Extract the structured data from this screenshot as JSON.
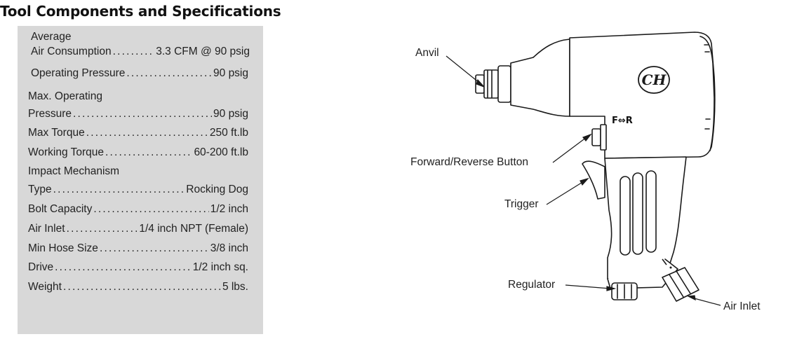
{
  "title": "Tool Components and Specifications",
  "specs": {
    "line1": "Average",
    "line2_label": "Air Consumption",
    "line2_value": "3.3 CFM @ 90 psig",
    "line3_label": "Operating Pressure",
    "line3_value": "90 psig",
    "line4": "Max. Operating",
    "line5_label": "Pressure",
    "line5_value": "90 psig",
    "line6_label": "Max Torque",
    "line6_value": "250 ft.lb",
    "line7_label": "Working Torque",
    "line7_value": "60-200 ft.lb",
    "line8": "Impact Mechanism",
    "line9_label": "Type",
    "line9_value": "Rocking Dog",
    "line10_label": "Bolt Capacity",
    "line10_value": "1/2 inch",
    "line11_label": "Air Inlet",
    "line11_value": "1/4 inch NPT (Female)",
    "line12_label": "Min Hose Size",
    "line12_value": "3/8 inch",
    "line13_label": "Drive",
    "line13_value": "1/2 inch sq.",
    "line14_label": "Weight",
    "line14_value": "5 lbs."
  },
  "diagram": {
    "labels": {
      "anvil": "Anvil",
      "forward_reverse": "Forward/Reverse Button",
      "trigger": "Trigger",
      "regulator": "Regulator",
      "air_inlet": "Air Inlet"
    },
    "fr_marking": "F⇔R"
  }
}
